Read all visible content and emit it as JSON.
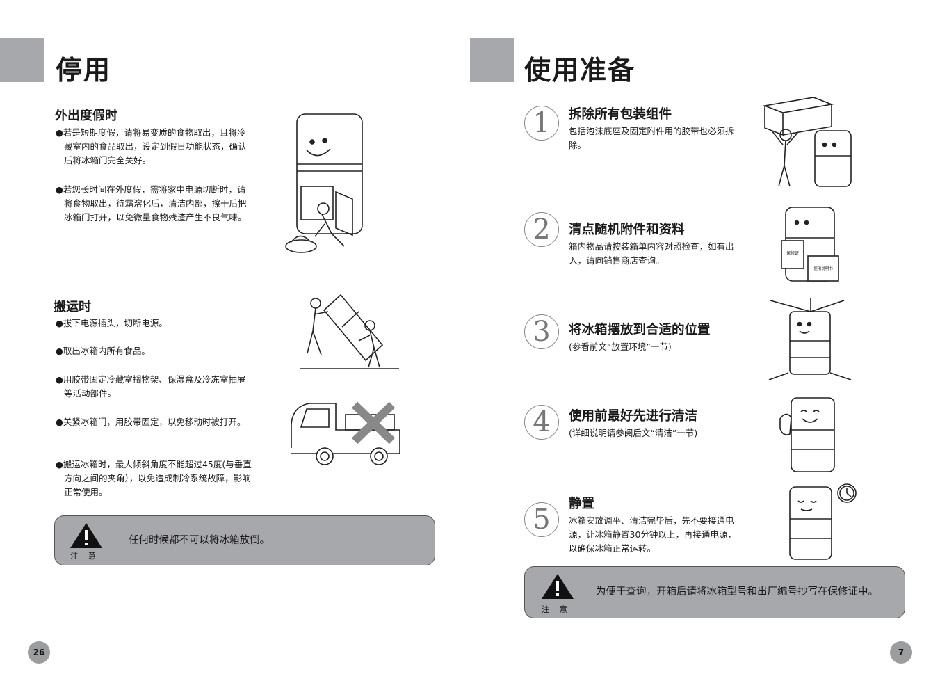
{
  "left": {
    "title": "停用",
    "vacation": {
      "title": "外出度假时",
      "items": [
        "若是短期度假，请将易变质的食物取出，且将冷藏室内的食品取出，设定到假日功能状态，确认后将冰箱门完全关好。",
        "若您长时间在外度假，需将家中电源切断时，请将食物取出，待霜溶化后，清洁内部，擦干后把冰箱门打开，以免微量食物残渣产生不良气味。"
      ]
    },
    "moving": {
      "title": "搬运时",
      "items": [
        "拔下电源插头，切断电源。",
        "取出冰箱内所有食品。",
        "用胶带固定冷藏室搁物架、保湿盒及冷冻室抽屉等活动部件。",
        "关紧冰箱门，用胶带固定，以免移动时被打开。",
        "搬运冰箱时，最大倾斜角度不能超过45度(与垂直方向之间的夹角），以免造成制冷系统故障，影响正常使用。"
      ]
    },
    "notice": {
      "text": "任何时候都不可以将冰箱放倒。",
      "label": "注意"
    },
    "page_number": "26"
  },
  "right": {
    "title": "使用准备",
    "steps": [
      {
        "num": "1",
        "title": "拆除所有包装组件",
        "desc": "包括泡沫底座及固定附件用的胶带也必须拆除。"
      },
      {
        "num": "2",
        "title": "清点随机附件和资料",
        "desc": "箱内物品请按装箱单内容对照检查，如有出入，请向销售商店查询。"
      },
      {
        "num": "3",
        "title": "将冰箱摆放到合适的位置",
        "desc": "(参看前文“放置环境”一节)"
      },
      {
        "num": "4",
        "title": "使用前最好先进行清洁",
        "desc": "(详细说明请参阅后文“清洁”一节)"
      },
      {
        "num": "5",
        "title": "静置",
        "desc": "冰箱安放调平、清洁完毕后，先不要接通电源，让冰箱静置30分钟以上，再接通电源，以确保冰箱正常运转。"
      }
    ],
    "doc_labels": [
      "保修证",
      "使用说明书"
    ],
    "notice": {
      "text": "为便于查询，开箱后请将冰箱型号和出厂编号抄写在保修证中。",
      "label": "注意"
    },
    "page_number": "7"
  },
  "colors": {
    "block_gray": "#a7a8ab",
    "notice_gray": "#a7a8ab",
    "page_number_gray": "#9c9d9f"
  },
  "icons": [
    "warning-icon",
    "clock-icon",
    "cross-mark-icon"
  ]
}
